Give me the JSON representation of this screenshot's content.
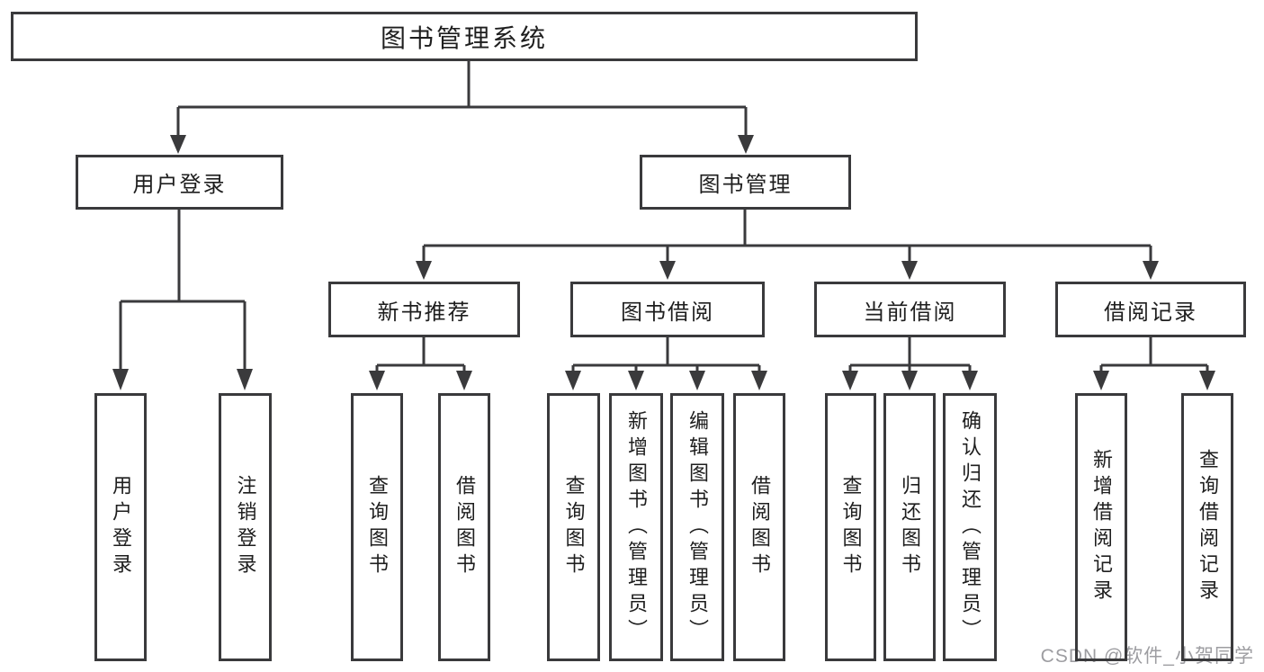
{
  "tree": {
    "root": {
      "label": "图书管理系统"
    },
    "branches": [
      {
        "label": "用户登录",
        "leaves": [
          {
            "label": "用户登录"
          },
          {
            "label": "注销登录"
          }
        ]
      },
      {
        "label": "图书管理",
        "sections": [
          {
            "label": "新书推荐",
            "leaves": [
              {
                "label": "查询图书"
              },
              {
                "label": "借阅图书"
              }
            ]
          },
          {
            "label": "图书借阅",
            "leaves": [
              {
                "label": "查询图书"
              },
              {
                "label": "新增图书（管理员）"
              },
              {
                "label": "编辑图书（管理员）"
              },
              {
                "label": "借阅图书"
              }
            ]
          },
          {
            "label": "当前借阅",
            "leaves": [
              {
                "label": "查询图书"
              },
              {
                "label": "归还图书"
              },
              {
                "label": "确认归还（管理员）"
              }
            ]
          },
          {
            "label": "借阅记录",
            "leaves": [
              {
                "label": "新增借阅记录"
              },
              {
                "label": "查询借阅记录"
              }
            ]
          }
        ]
      }
    ]
  },
  "watermark": {
    "text": "CSDN @软件_小贺同学"
  },
  "colors": {
    "line": "#3a3a3c",
    "text": "#1e1e1e",
    "watermark": "#9d9da1",
    "background": "#ffffff"
  }
}
